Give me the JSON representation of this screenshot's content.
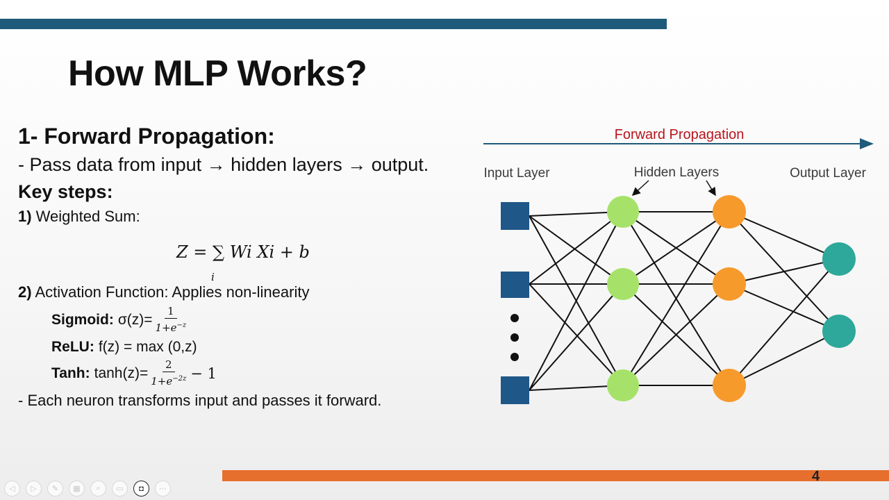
{
  "slide": {
    "title": "How MLP Works?",
    "section_heading": "1- Forward Propagation:",
    "description": "- Pass data from input → hidden layers → output.",
    "key_steps": "Key steps:",
    "step1_num": "1)",
    "step1_text": " Weighted Sum:",
    "weighted_sum_formula": "Z = ∑ Wi Xi + b",
    "summation_index": "i",
    "step2_num": "2)",
    "step2_text": " Activation Function: Applies non-linearity",
    "activations": {
      "sigmoid_label": "Sigmoid:",
      "sigmoid_expr": "σ(z)=",
      "sigmoid_num": "1",
      "sigmoid_den": "1+e",
      "sigmoid_exp": "−z",
      "relu_label": "ReLU:",
      "relu_expr": "f(z) = max (0,z)",
      "tanh_label": "Tanh:",
      "tanh_expr": "tanh(z)=",
      "tanh_num": "2",
      "tanh_den": "1+e",
      "tanh_exp": "−2z",
      "tanh_tail": "− 1"
    },
    "closing": "- Each neuron transforms input and passes it forward.",
    "slide_number": "4"
  },
  "diagram": {
    "arrow_label": "Forward Propagation",
    "input_label": "Input Layer",
    "hidden_label": "Hidden Layers",
    "output_label": "Output Layer",
    "colors": {
      "input": "#1f5788",
      "hidden1": "#a6e26a",
      "hidden2": "#f79a2c",
      "output": "#2ea89a",
      "arrow_label": "#b8141e",
      "arrow": "#1e5a7a"
    }
  },
  "controls": [
    {
      "name": "previous-icon",
      "glyph": "◁"
    },
    {
      "name": "next-icon",
      "glyph": "▷"
    },
    {
      "name": "pen-icon",
      "glyph": "✎"
    },
    {
      "name": "slides-grid-icon",
      "glyph": "▦"
    },
    {
      "name": "zoom-icon",
      "glyph": "⌕"
    },
    {
      "name": "subtitles-icon",
      "glyph": "▭"
    },
    {
      "name": "camera-icon",
      "glyph": "◘"
    },
    {
      "name": "more-options-icon",
      "glyph": "⋯"
    }
  ],
  "colors": {
    "top_bar": "#1e5a7a",
    "bottom_bar": "#e76f2e"
  }
}
